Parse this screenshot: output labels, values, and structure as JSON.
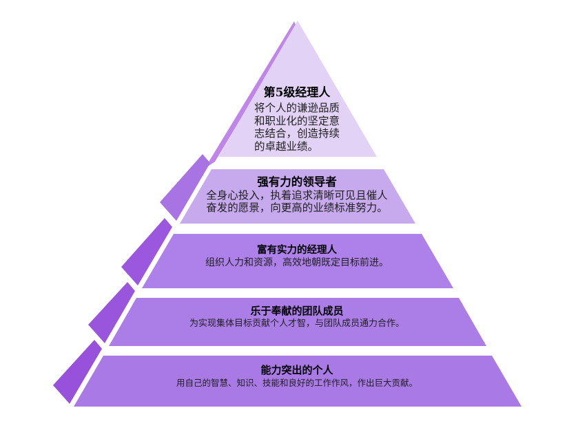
{
  "canvas": {
    "background": "#ffffff"
  },
  "diagram": {
    "kind": "pyramid-5-levels",
    "text_colors": {
      "title": "#000000",
      "body": "#1f1f1f"
    },
    "levels": [
      {
        "title": "第5级经理人",
        "body": "将个人的谦逊品质\n和职业化的坚定意\n志结合，创造持续\n的卓越业绩。",
        "colors": {
          "face": "#e2d2f6",
          "side": "#bf85e8"
        }
      },
      {
        "title": "强有力的领导者",
        "body": "全身心投入，执着追求清晰可见且催人\n奋发的愿景，向更高的业绩标准努力。",
        "colors": {
          "face": "#c7aaee",
          "side": "#a873e2"
        }
      },
      {
        "title": "富有实力的经理人",
        "body": "组织人力和资源，高效地朝既定目标前进。",
        "colors": {
          "face": "#ad81e9",
          "side": "#9b57dd"
        }
      },
      {
        "title": "乐于奉献的团队成员",
        "body": "为实现集体目标贡献个人才智，与团队成员通力合作。",
        "colors": {
          "face": "#ab7de7",
          "side": "#9955dc"
        }
      },
      {
        "title": "能力突出的个人",
        "body": "用自己的智慧、知识、技能和良好的工作作风，作出巨大贡献。",
        "colors": {
          "face": "#a97ae6",
          "side": "#9751da"
        }
      }
    ]
  }
}
